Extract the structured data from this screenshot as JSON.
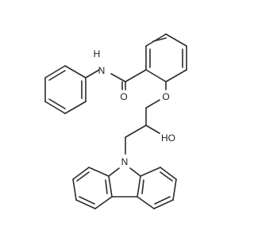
{
  "labels": {
    "amide_nh": "N",
    "amide_h": "H",
    "carbonyl_o": "O",
    "ether_o": "O",
    "hydroxyl": "HO",
    "carbazole_n": "N"
  },
  "colors": {
    "bond": "#2b2b2b",
    "text": "#222222",
    "background": "#ffffff"
  }
}
